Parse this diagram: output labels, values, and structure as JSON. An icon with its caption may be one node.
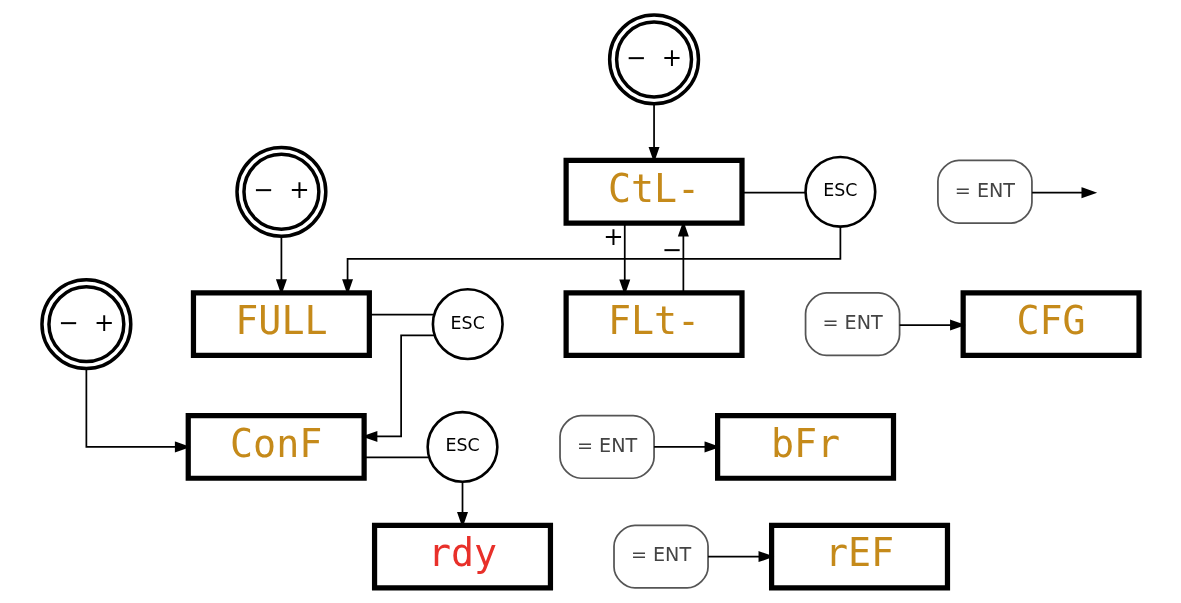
{
  "diagram": {
    "nodes": [
      {
        "text": [
          "rdy"
        ]
      },
      {
        "text": [
          "= ENT"
        ]
      },
      {
        "text": [
          "rEF"
        ]
      },
      {
        "text": [
          "−",
          "+"
        ]
      },
      {
        "text": [
          "ConF"
        ]
      },
      {
        "text": [
          "ESC"
        ]
      },
      {
        "text": [
          "= ENT"
        ]
      },
      {
        "text": [
          "bFr"
        ]
      },
      {
        "text": [
          "−",
          "+"
        ]
      },
      {
        "text": [
          "FULL"
        ]
      },
      {
        "text": [
          "ESC"
        ]
      },
      {
        "text": [
          "= ENT"
        ]
      },
      {
        "text": [
          "CFG"
        ]
      },
      {
        "text": [
          "−",
          "+"
        ]
      },
      {
        "text": [
          "CtL-"
        ]
      },
      {
        "text": [
          "ESC"
        ]
      },
      {
        "text": [
          "FLt-"
        ]
      },
      {
        "text": [
          "= ENT"
        ]
      }
    ],
    "edges": [
      {
        "from": 1,
        "to": 2,
        "arrow": "to"
      },
      {
        "from": 3,
        "to": 4,
        "arrow": "to"
      },
      {
        "from": 4,
        "to": 5,
        "arrow": "none"
      },
      {
        "from": 5,
        "to": 0,
        "arrow": "to"
      },
      {
        "from": 6,
        "to": 7,
        "arrow": "to"
      },
      {
        "from": 8,
        "to": 9,
        "arrow": "to"
      },
      {
        "from": 9,
        "to": 10,
        "arrow": "none"
      },
      {
        "from": 10,
        "to": 4,
        "arrow": "to"
      },
      {
        "from": 11,
        "to": 12,
        "arrow": "to"
      },
      {
        "from": 13,
        "to": 14,
        "arrow": "to"
      },
      {
        "from": 14,
        "to": 15,
        "arrow": "none"
      },
      {
        "from": 15,
        "to": 9,
        "arrow": "to"
      },
      {
        "from": 16,
        "to": 14,
        "arrow": "to",
        "label": "−"
      },
      {
        "from": 14,
        "to": 16,
        "arrow": "to",
        "label": "+"
      },
      {
        "from": 17,
        "to": null,
        "arrow": "to"
      }
    ]
  }
}
